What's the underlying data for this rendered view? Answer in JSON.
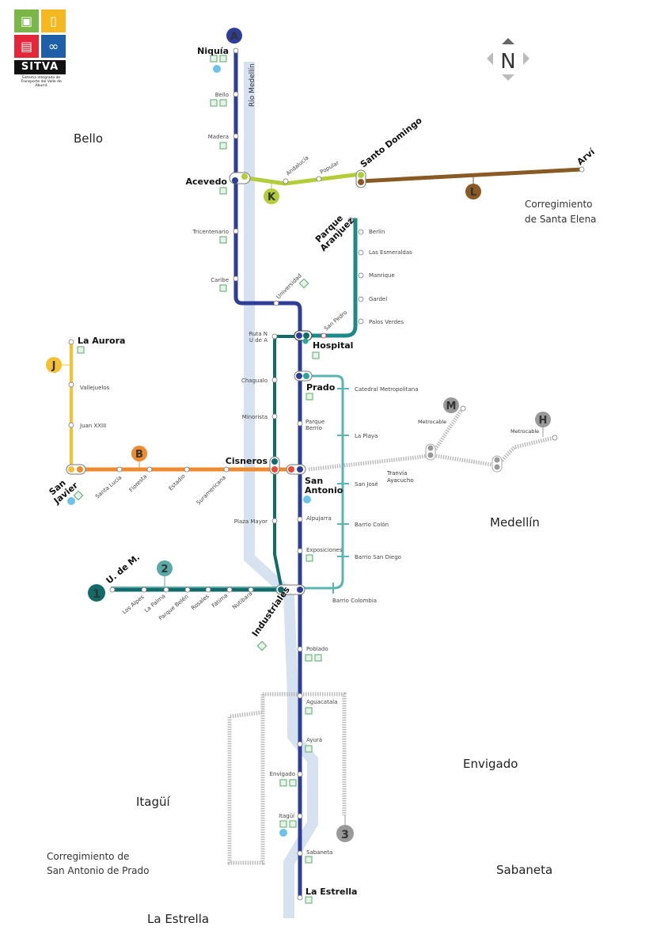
{
  "logo": {
    "name": "SITVA",
    "subtitle": "Sistema Integrado de Transporte del Valle de Aburrá",
    "tiles": [
      {
        "icon": "metro-icon",
        "color": "#7ab648"
      },
      {
        "icon": "tram-icon",
        "color": "#f5b820"
      },
      {
        "icon": "bus-icon",
        "color": "#e3263a"
      },
      {
        "icon": "bicycle-icon",
        "color": "#1f5fa8"
      }
    ]
  },
  "compass": {
    "label": "N"
  },
  "river": {
    "label": "Río Medellín"
  },
  "colors": {
    "lineA": "#2e3d98",
    "lineB": "#ee8a2f",
    "lineJ": "#f5c033",
    "lineK": "#b2cc3a",
    "lineL": "#8a5a25",
    "line1": "#116b6b",
    "line2": "#5aa8a8",
    "lineTram": "#5ab4b4",
    "cable_gray": "#aaaaaa",
    "river": "#d6e2ef",
    "info": "#6cc3ea",
    "station_icon": "#5aa86b"
  },
  "municipalities": {
    "bello": "Bello",
    "santa_elena_1": "Corregimiento",
    "santa_elena_2": "de Santa Elena",
    "medellin": "Medellín",
    "itagui": "Itagüí",
    "envigado": "Envigado",
    "sabaneta": "Sabaneta",
    "la_estrella": "La Estrella",
    "san_antonio_prado_1": "Corregimiento de",
    "san_antonio_prado_2": "San Antonio de Prado"
  },
  "line_badges": {
    "A": "A",
    "B": "B",
    "J": "J",
    "K": "K",
    "L": "L",
    "M": "M",
    "H": "H",
    "one": "1",
    "two": "2",
    "three": "3"
  },
  "stations": {
    "niquia": "Niquía",
    "bello": "Bello",
    "madera": "Madera",
    "acevedo": "Acevedo",
    "tricentenario": "Tricentenario",
    "caribe": "Caribe",
    "universidad": "Universidad",
    "hospital": "Hospital",
    "prado": "Prado",
    "parque_berrio_1": "Parque",
    "parque_berrio_2": "Berrío",
    "san_antonio_1": "San",
    "san_antonio_2": "Antonio",
    "alpujarra": "Alpujarra",
    "exposiciones": "Exposiciones",
    "industriales": "Industriales",
    "poblado": "Poblado",
    "aguacatala": "Aguacatala",
    "ayura": "Ayurá",
    "envigado": "Envigado",
    "itagui": "Itagüí",
    "sabaneta": "Sabaneta",
    "la_estrella": "La Estrella",
    "andalucia": "Andalucía",
    "popular": "Popular",
    "santo_domingo": "Santo Domingo",
    "arvi": "Arví",
    "parque_aranjuez_1": "Parque",
    "parque_aranjuez_2": "Aranjuez",
    "berlin": "Berlín",
    "las_esmeraldas": "Las Esmeraldas",
    "manrique": "Manrique",
    "gardel": "Gardel",
    "palos_verdes": "Palos Verdes",
    "san_pedro": "San Pedro",
    "ruta_n_1": "Ruta N",
    "ruta_n_2": "U de A",
    "chagualo": "Chagualo",
    "minorista": "Minorista",
    "cisneros": "Cisneros",
    "plaza_mayor": "Plaza Mayor",
    "catedral": "Catedral Metropolitana",
    "la_playa": "La Playa",
    "san_jose": "San José",
    "barrio_colon": "Barrio Colón",
    "barrio_san_diego": "Barrio San Diego",
    "barrio_colombia": "Barrio Colombia",
    "la_aurora": "La Aurora",
    "vallejuelos": "Vallejuelos",
    "juan_xxiii": "Juan XXIII",
    "san_javier_1": "San",
    "san_javier_2": "Javier",
    "santa_lucia": "Santa Lucía",
    "floresta": "Floresta",
    "estadio": "Estadio",
    "suramericana": "Suramericana",
    "u_de_m": "U. de M.",
    "los_alpes": "Los Alpes",
    "la_palma": "La Palma",
    "parque_belen": "Parque Belén",
    "rosales": "Rosales",
    "fatima": "Fátima",
    "nutibara": "Nutibara",
    "metrocable_m": "Metrocable",
    "metrocable_h": "Metrocable",
    "tranvia_1": "Tranvía",
    "tranvia_2": "Ayacucho"
  }
}
